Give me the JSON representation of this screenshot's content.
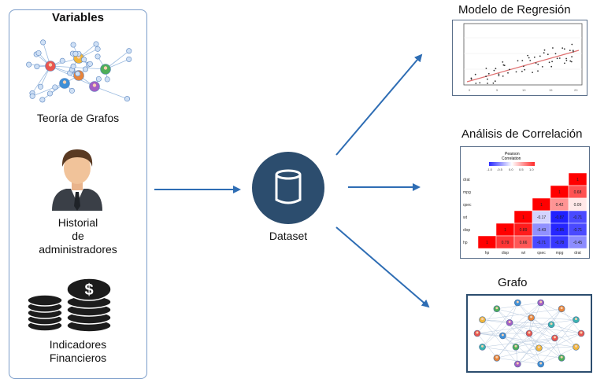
{
  "left_panel": {
    "title": "Variables",
    "items": [
      {
        "label": "Teoría de Grafos",
        "icon": "graph-network-icon"
      },
      {
        "label_lines": [
          "Historial",
          "de",
          "administradores"
        ],
        "icon": "administrator-person-icon"
      },
      {
        "label_lines": [
          "Indicadores",
          "Financieros"
        ],
        "icon": "coins-dollar-icon"
      }
    ]
  },
  "center": {
    "label": "Dataset",
    "icon": "database-icon"
  },
  "outputs": [
    {
      "title": "Modelo de Regresión",
      "icon": "scatter-regression-plot"
    },
    {
      "title": "Análisis de Correlación",
      "icon": "correlation-heatmap"
    },
    {
      "title": "Grafo",
      "icon": "network-graph"
    }
  ],
  "correlation": {
    "legend_title": [
      "Pearson",
      "Correlation"
    ],
    "legend_ticks": [
      "-1.0",
      "-0.5",
      "0.0",
      "0.5",
      "1.0"
    ],
    "row_labels": [
      "drat",
      "mpg",
      "qsec",
      "wt",
      "disp",
      "hp"
    ],
    "col_labels": [
      "hp",
      "disp",
      "wt",
      "qsec",
      "mpg",
      "drat"
    ],
    "values": [
      [
        "",
        "",
        "",
        "",
        "",
        "1"
      ],
      [
        "",
        "",
        "",
        "",
        "1",
        "0.68"
      ],
      [
        "",
        "",
        "",
        "1",
        "0.42",
        "0.09"
      ],
      [
        "",
        "",
        "1",
        "-0.17",
        "-0.87",
        "-0.71"
      ],
      [
        "",
        "1",
        "0.89",
        "-0.43",
        "-0.85",
        "-0.71"
      ],
      [
        "1",
        "0.79",
        "0.66",
        "-0.71",
        "-0.78",
        "-0.45"
      ]
    ]
  },
  "colors": {
    "arrow": "#2e6db4",
    "panel_border": "#7a9cc9",
    "database": "#2c4d6e",
    "regression_line": "#e07070"
  }
}
